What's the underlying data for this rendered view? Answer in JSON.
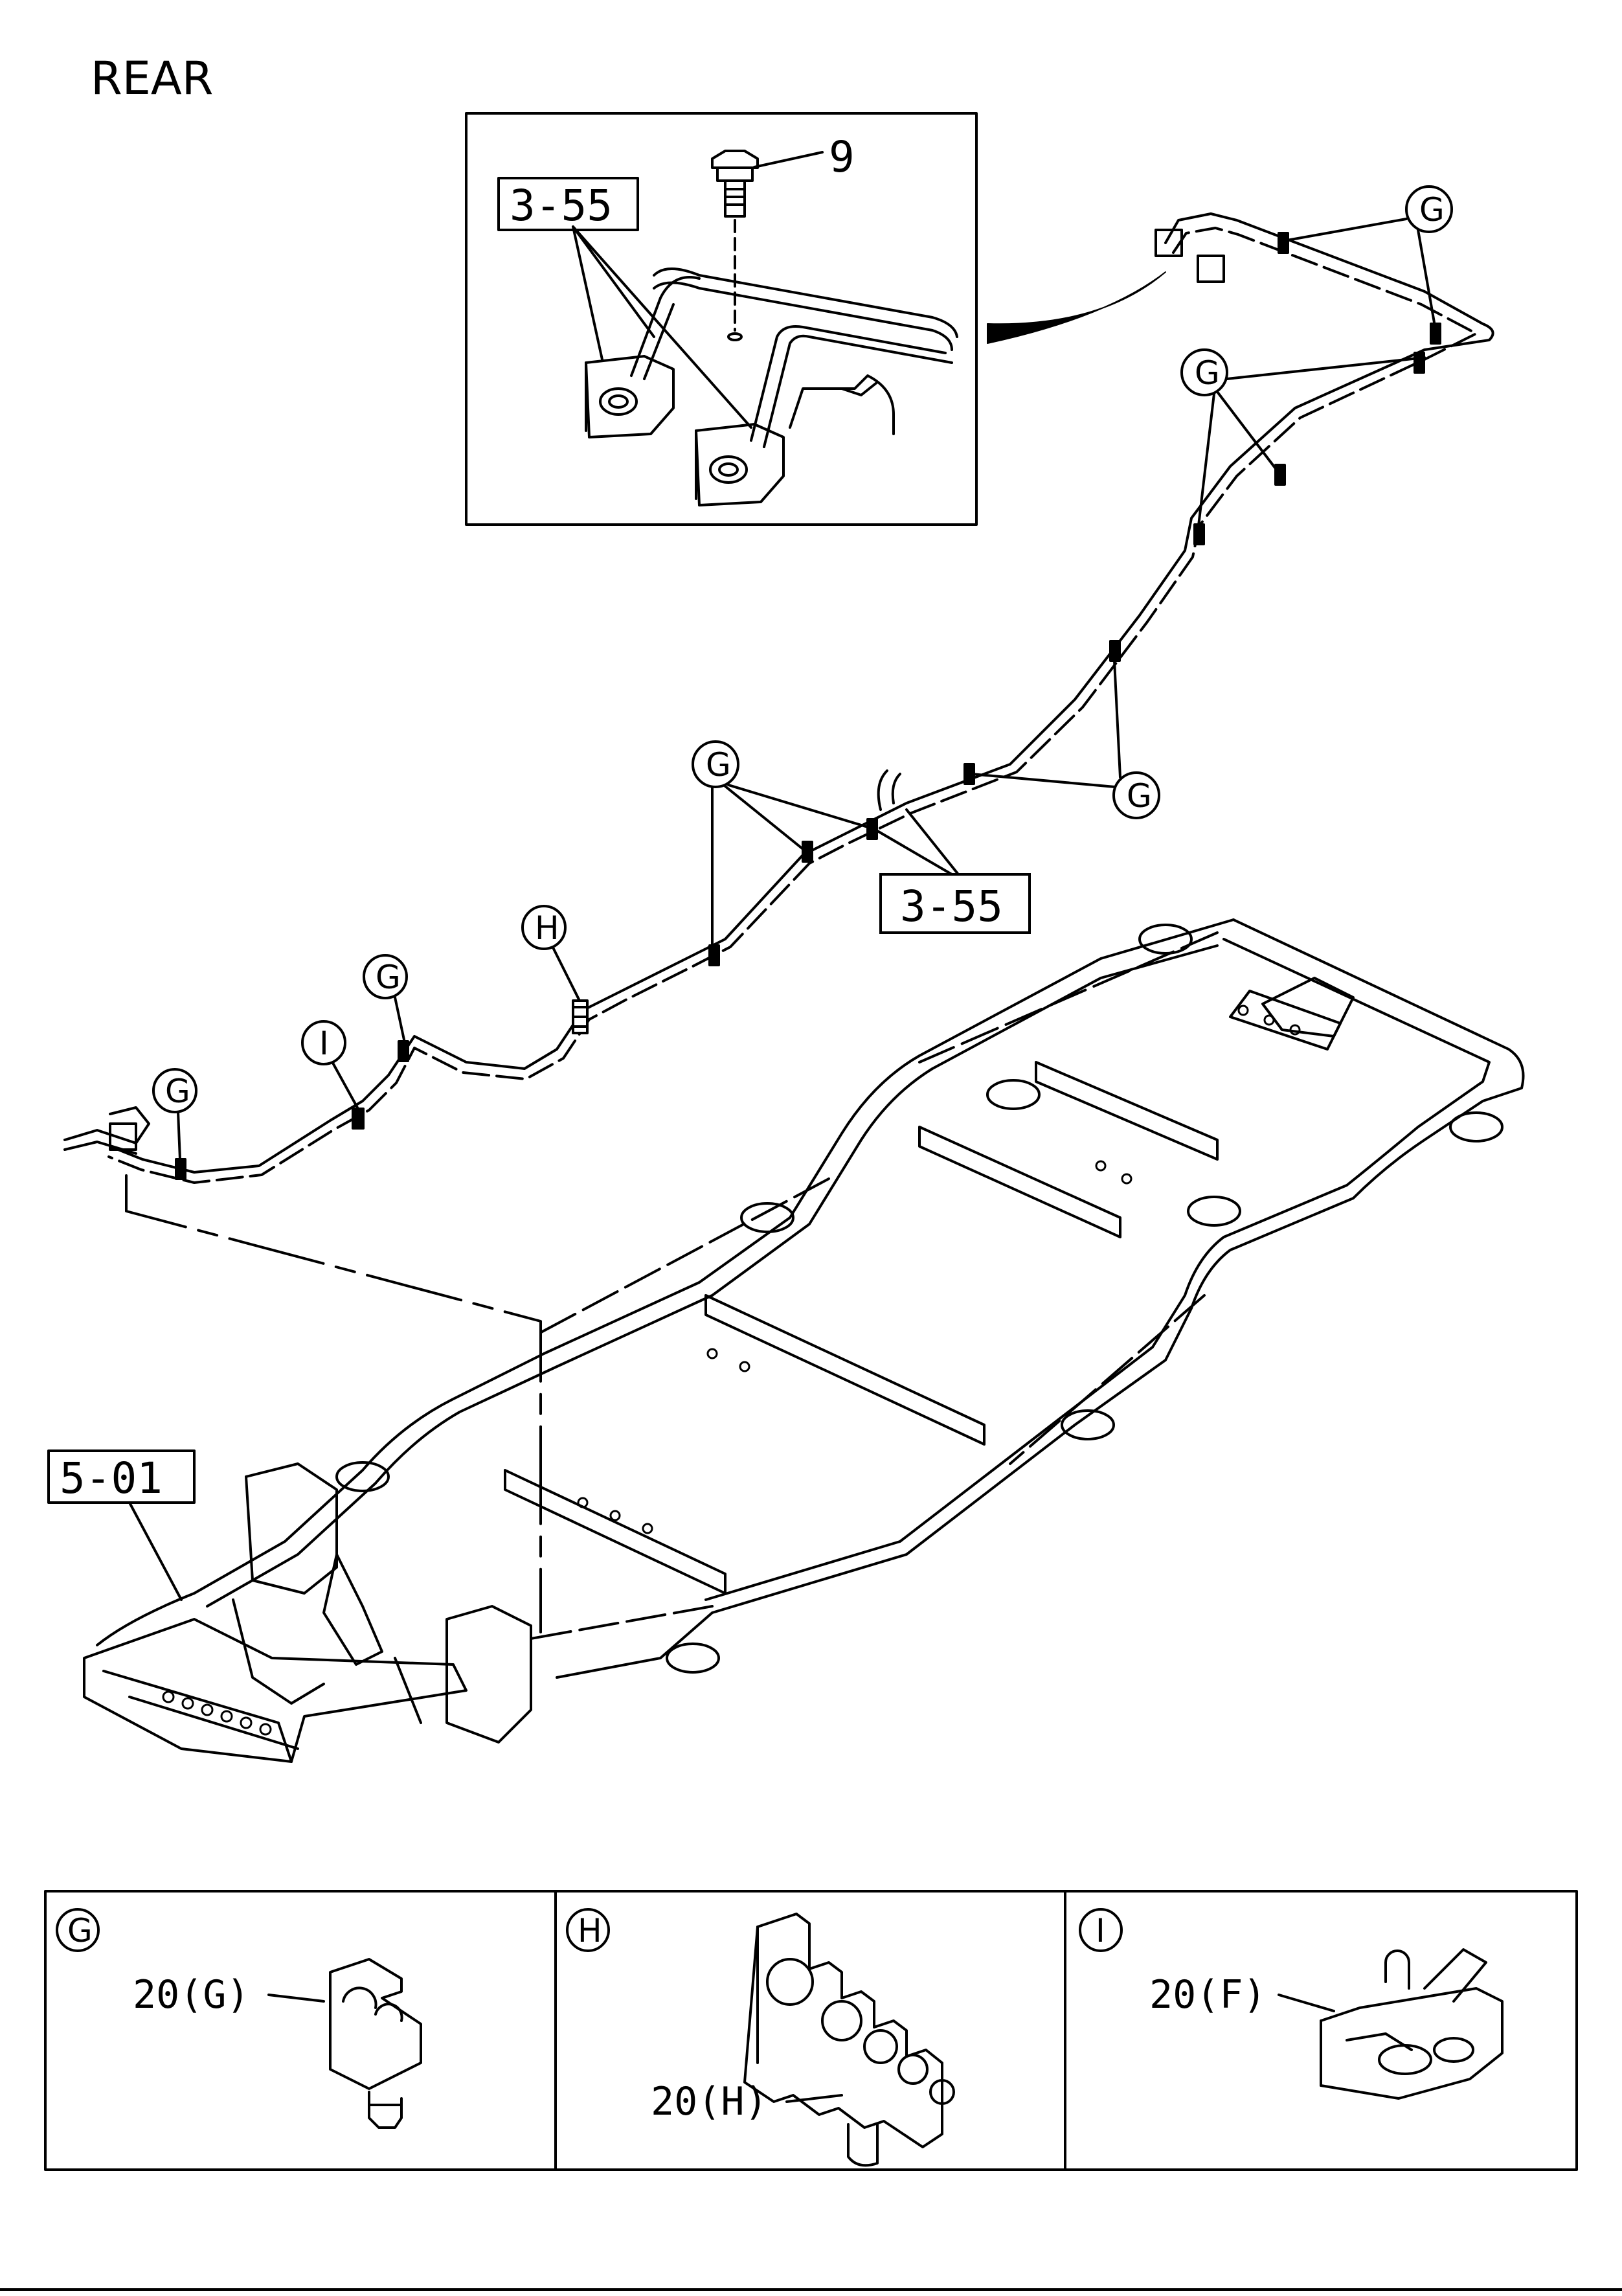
{
  "title": "REAR",
  "inset": {
    "ref_label": "3-55",
    "bolt_part": "9"
  },
  "main_labels": {
    "ref_3_55": "3-55",
    "ref_5_01": "5-01"
  },
  "callouts": {
    "g": "G",
    "h": "H",
    "i": "I"
  },
  "legend": [
    {
      "key": "G",
      "part": "20(G)"
    },
    {
      "key": "H",
      "part": "20(H)"
    },
    {
      "key": "I",
      "part": "20(F)"
    }
  ]
}
